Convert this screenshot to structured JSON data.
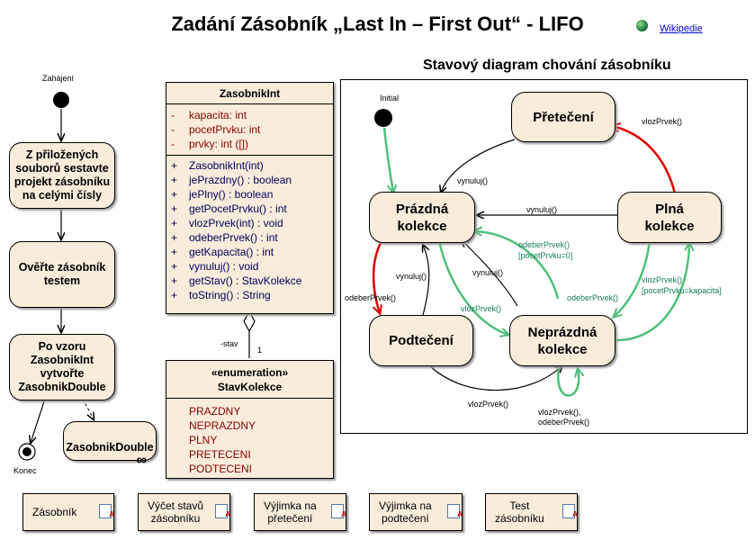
{
  "header": {
    "title": "Zadání Zásobník  „Last In – First Out“ - LIFO",
    "wiki_link": "Wikipedie"
  },
  "activity": {
    "start_label": "Zahájení",
    "end_label": "Konec",
    "step1": "Z přiložených\nsouborů sestavte\nprojekt zásobníku\nna celými čísly",
    "step2": "Ověřte zásobník\ntestem",
    "step3": "Po vzoru\nZasobnikInt\nvytvořte\nZasobnikDouble",
    "subactivity": "ZasobnikDouble"
  },
  "class_diagram": {
    "class_name": "ZasobnikInt",
    "attributes": [
      {
        "vis": "-",
        "text": "kapacita:  int"
      },
      {
        "vis": "-",
        "text": "pocetPrvku:  int"
      },
      {
        "vis": "-",
        "text": "prvky:  int ([])"
      }
    ],
    "operations": [
      {
        "vis": "+",
        "text": "ZasobnikInt(int)"
      },
      {
        "vis": "+",
        "text": "jePrazdny() : boolean"
      },
      {
        "vis": "+",
        "text": "jePlny() : boolean"
      },
      {
        "vis": "+",
        "text": "getPocetPrvku() : int"
      },
      {
        "vis": "+",
        "text": "vlozPrvek(int) : void"
      },
      {
        "vis": "+",
        "text": "odeberPrvek() : int"
      },
      {
        "vis": "+",
        "text": "getKapacita() : int"
      },
      {
        "vis": "+",
        "text": "vynuluj() : void"
      },
      {
        "vis": "+",
        "text": "getStav() : StavKolekce"
      },
      {
        "vis": "+",
        "text": "toString() : String"
      }
    ],
    "assoc_role": "-stav",
    "assoc_mult": "1",
    "enum_stereotype": "«enumeration»",
    "enum_name": "StavKolekce",
    "enum_values": [
      "PRAZDNY",
      "NEPRAZDNY",
      "PLNY",
      "PRETECENI",
      "PODTECENI"
    ]
  },
  "state_diagram": {
    "title": "Stavový diagram chování zásobníku",
    "initial_label": "Initial",
    "states": {
      "preteceni": "Přetečení",
      "prazdna": "Prázdná\nkolekce",
      "plna": "Plná\nkolekce",
      "podteceni": "Podtečení",
      "neprazdna": "Neprázdná\nkolekce"
    },
    "transitions": {
      "plna_to_preteceni": "vlozPrvek()",
      "preteceni_to_prazdna": "vynuluj()",
      "plna_to_prazdna": "vynuluj()",
      "neprazdna_to_prazdna_guard1": "odeberPrvek()",
      "neprazdna_to_prazdna_guard2": "[pocetPrvku=0]",
      "neprazdna_to_prazdna_vynuluj": "vynuluj()",
      "prazdna_to_podteceni": "odeberPrvek()",
      "podteceni_to_prazdna": "vynuluj()",
      "prazdna_to_neprazdna": "vlozPrvek()",
      "plna_to_neprazdna": "odeberPrvek()",
      "neprazdna_to_plna_1": "vlozPrvek()",
      "neprazdna_to_plna_2": "[pocetPrvku=kapacita]",
      "podteceni_to_neprazdna": "vlozPrvek()",
      "self_loop_1": "vlozPrvek(),",
      "self_loop_2": "odeberPrvek()"
    }
  },
  "documents": [
    "Zásobník",
    "Výčet stavů\nzásobníku",
    "Výjimka na\npřetečení",
    "Výjimka na\npodtečení",
    "Test\nzásobníku"
  ],
  "colors": {
    "fill": "#f9ecdb",
    "red_arrow": "#e00000",
    "green_arrow": "#4fbf7a",
    "green_text": "#157a5a",
    "attr_text": "#8b0000",
    "link": "#0000cc"
  }
}
